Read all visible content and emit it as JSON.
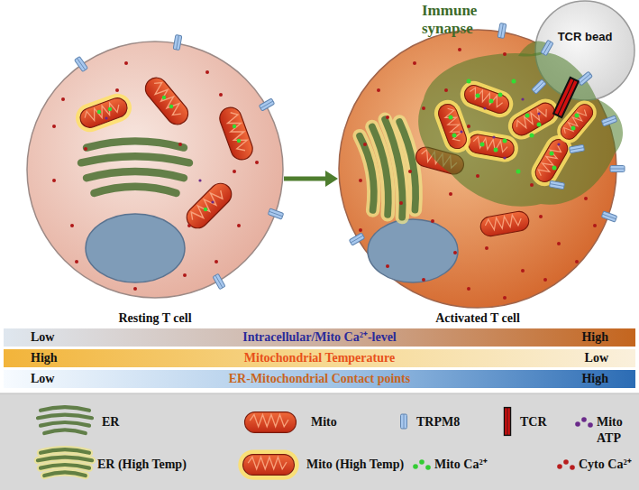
{
  "diagram": {
    "nodes": [
      {
        "text": [
          "TCR bead"
        ]
      },
      {
        "text": [
          "Resting T cell"
        ]
      },
      {
        "text": [
          "Activated T cell"
        ]
      },
      {
        "text": [
          "Low",
          "Intracellular/Mito Ca²⁺-level",
          "High"
        ]
      },
      {
        "text": [
          "High",
          "Mitochondrial Temperature",
          "Low"
        ]
      },
      {
        "text": [
          "Low",
          "ER-Mitochondrial Contact points",
          "High"
        ]
      }
    ],
    "edges": [
      {
        "from": 1,
        "to": 2,
        "arrow": "to"
      }
    ],
    "labels": [
      "Immune synapse"
    ],
    "legend": [
      {
        "text": "ER"
      },
      {
        "text": "Mito"
      },
      {
        "text": "TRPM8"
      },
      {
        "text": "TCR"
      },
      {
        "text": "Mito ATP",
        "color": "#6a2a8a"
      },
      {
        "text": "ER (High Temp)"
      },
      {
        "text": "Mito (High Temp)"
      },
      {
        "text": "Mito Ca²⁺",
        "color": "#33cc33"
      },
      {
        "text": "Cyto Ca²⁺",
        "color": "#b81d1d"
      }
    ]
  }
}
